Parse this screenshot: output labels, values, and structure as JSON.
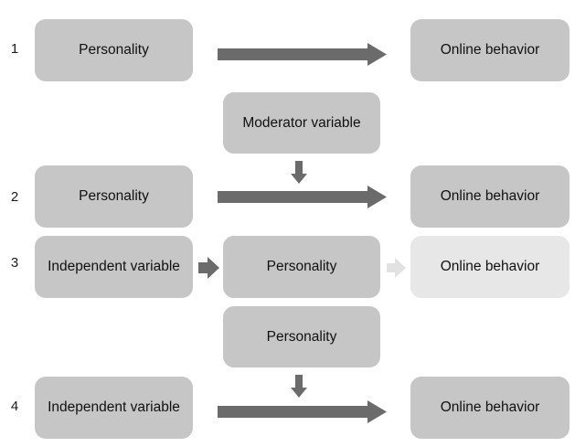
{
  "rows": [
    {
      "number": "1"
    },
    {
      "number": "2"
    },
    {
      "number": "3"
    },
    {
      "number": "4"
    }
  ],
  "labels": {
    "personality": "Personality",
    "online_behavior": "Online behavior",
    "moderator_variable": "Moderator variable",
    "independent_variable": "Independent variable"
  },
  "colors": {
    "box_fill": "#c6c6c6",
    "box_fill_faded": "#e7e7e7",
    "arrow": "#6b6b6b",
    "arrow_faded": "#e2e2e2"
  }
}
